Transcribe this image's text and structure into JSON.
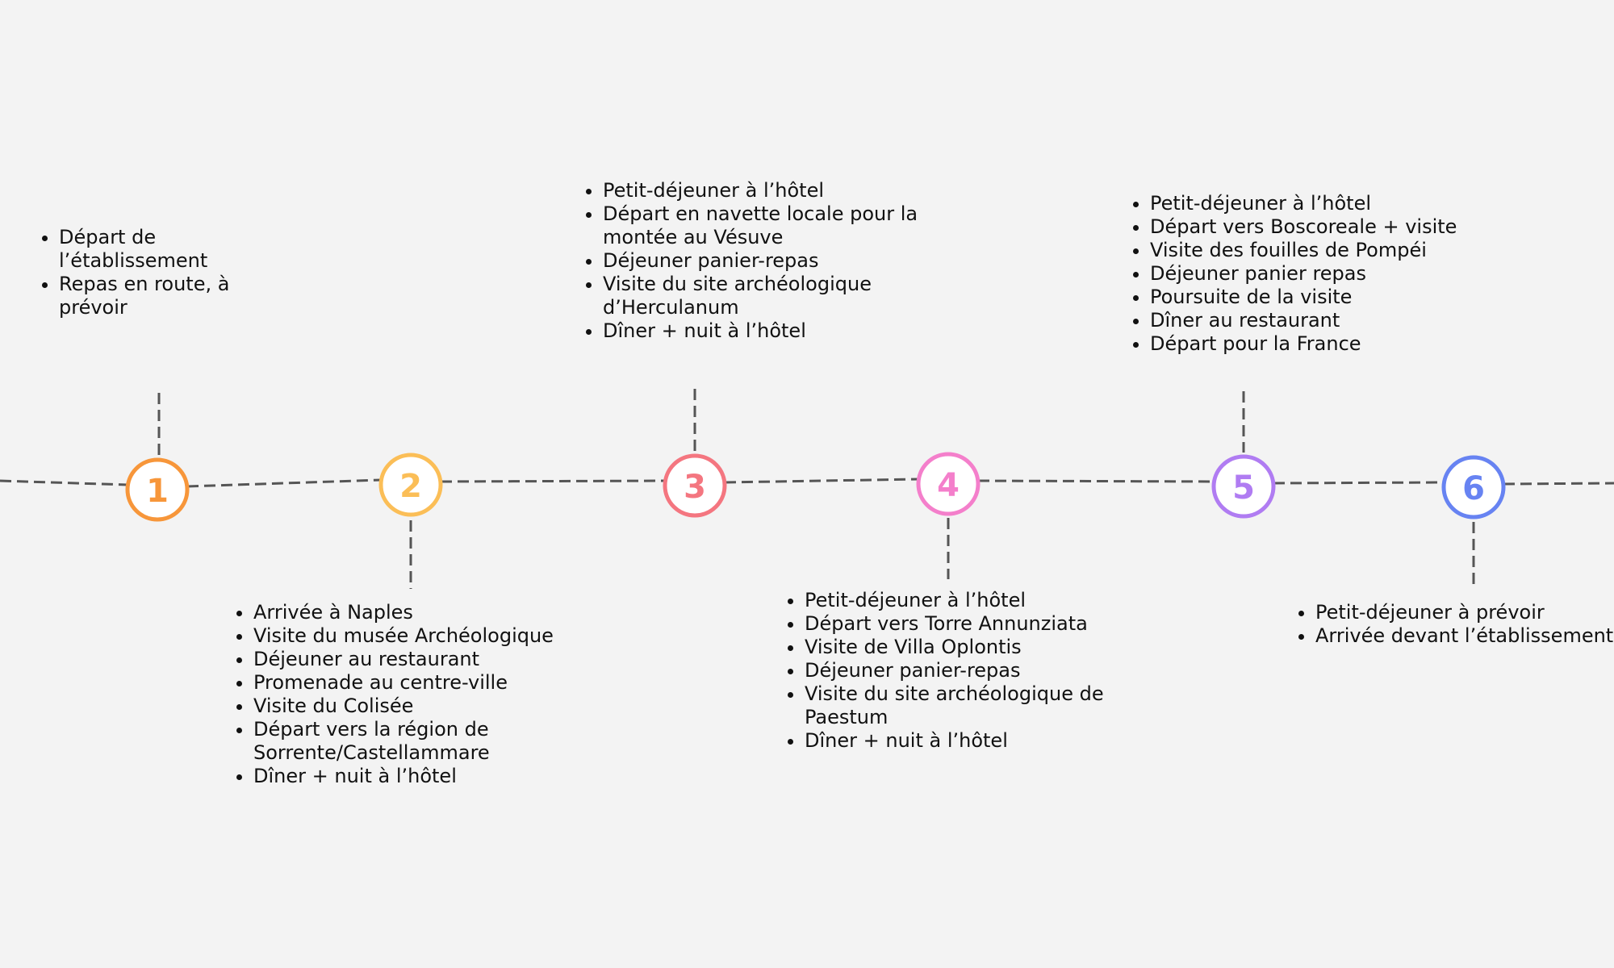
{
  "steps": [
    {
      "number": "1",
      "color": "#F7963A",
      "position": "above",
      "items": [
        "Départ de l’établissement",
        "Repas en route, à prévoir"
      ]
    },
    {
      "number": "2",
      "color": "#FBBE57",
      "position": "below",
      "items": [
        "Arrivée à Naples",
        "Visite du musée Archéologique",
        "Déjeuner au restaurant",
        "Promenade au centre-ville",
        "Visite du Colisée",
        "Départ vers la région de Sorrente/Castellammare",
        "Dîner + nuit à l’hôtel"
      ]
    },
    {
      "number": "3",
      "color": "#F47680",
      "position": "above",
      "items": [
        "Petit-déjeuner à l’hôtel",
        "Départ en navette locale pour la montée au Vésuve",
        "Déjeuner panier-repas",
        "Visite du site archéologique d’Herculanum",
        "Dîner + nuit à l’hôtel"
      ]
    },
    {
      "number": "4",
      "color": "#F47FCB",
      "position": "below",
      "items": [
        "Petit-déjeuner à l’hôtel",
        "Départ vers Torre Annunziata",
        "Visite de Villa Oplontis",
        "Déjeuner panier-repas",
        "Visite du site archéologique de Paestum",
        "Dîner + nuit à l’hôtel"
      ]
    },
    {
      "number": "5",
      "color": "#B07CF2",
      "position": "above",
      "items": [
        "Petit-déjeuner à l’hôtel",
        "Départ vers Boscoreale + visite",
        "Visite des fouilles de Pompéi",
        "Déjeuner panier repas",
        "Poursuite de la visite",
        "Dîner au restaurant",
        "Départ pour la France"
      ]
    },
    {
      "number": "6",
      "color": "#6783F2",
      "position": "below",
      "items": [
        "Petit-déjeuner à prévoir",
        "Arrivée devant l’établissement"
      ]
    }
  ],
  "line_color": "#555555"
}
